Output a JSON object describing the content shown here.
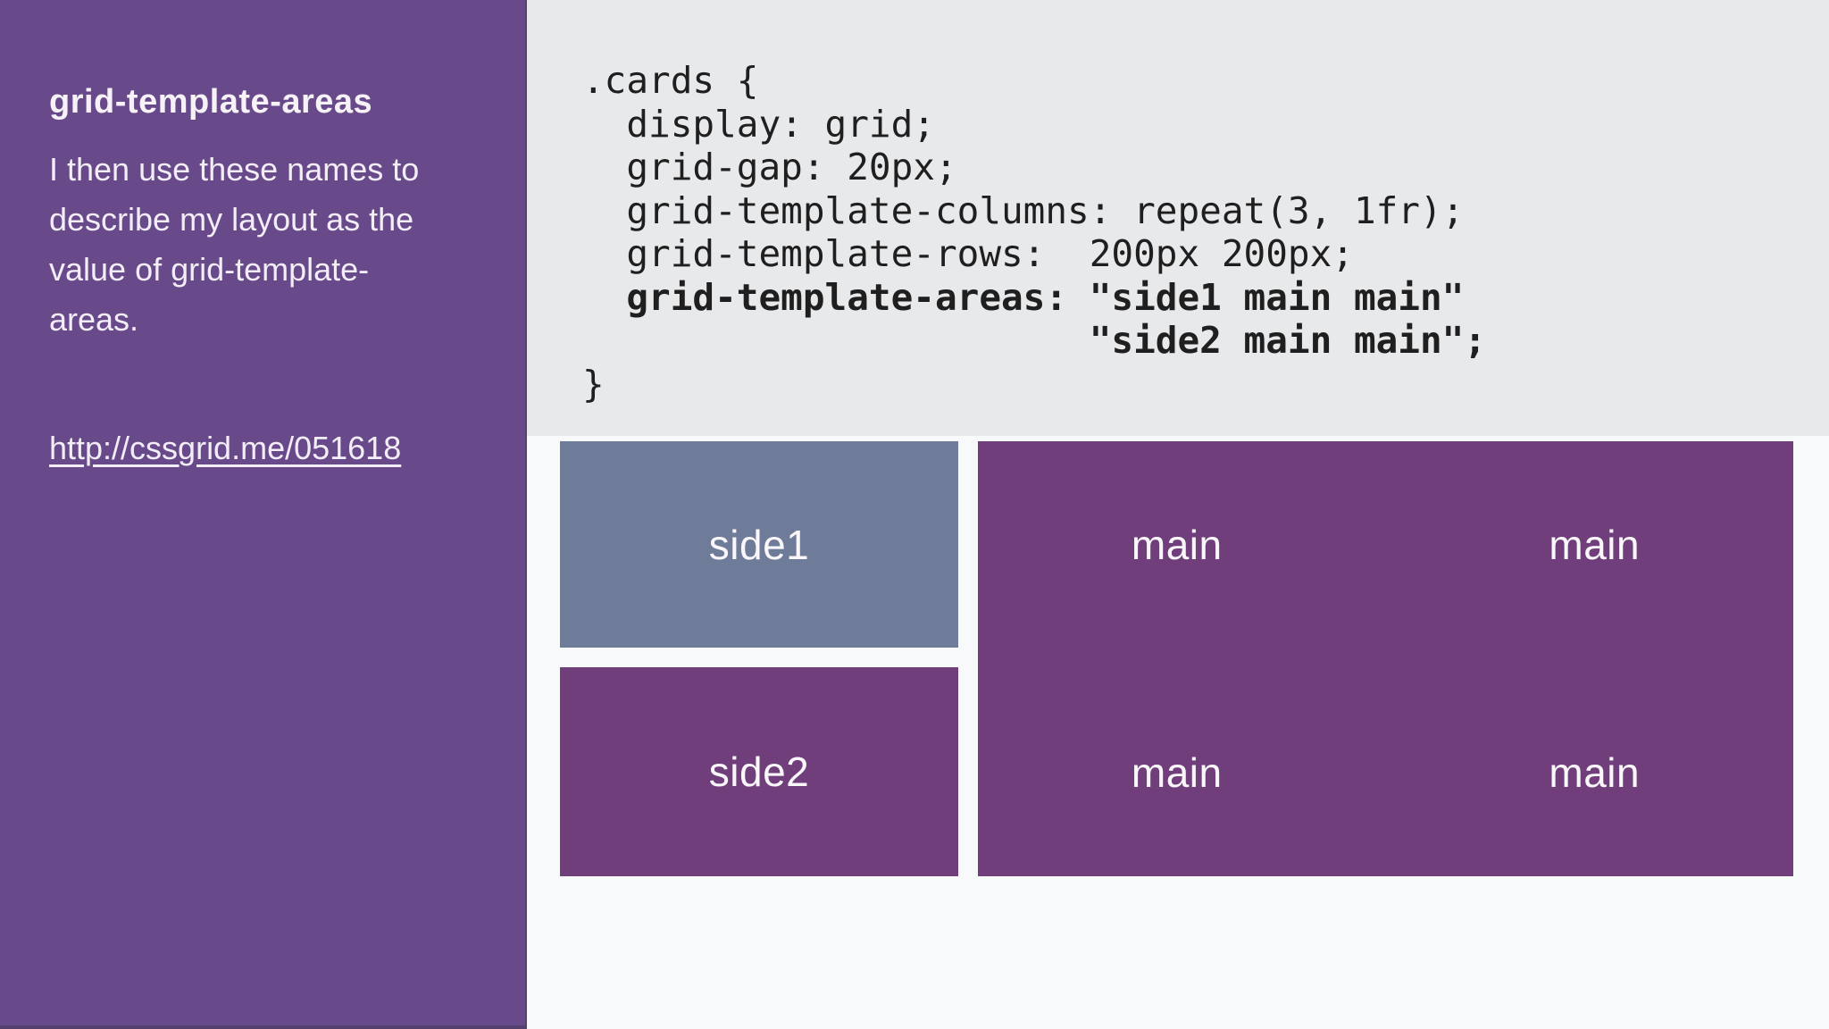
{
  "slide": {
    "title": "grid-template-areas",
    "body_text": "I then use these names to\ndescribe my layout as the\nvalue of grid-template-\nareas.",
    "link": "http://cssgrid.me/051618"
  },
  "code": {
    "regular": ".cards {\n  display: grid;\n  grid-gap: 20px;\n  grid-template-columns: repeat(3, 1fr);\n  grid-template-rows:  200px 200px;",
    "bold": "  grid-template-areas: \"side1 main main\"\n                       \"side2 main main\";",
    "close": "}"
  },
  "demo": {
    "side1_label": "side1",
    "side2_label": "side2",
    "main_label": "main"
  },
  "colors": {
    "sidebar_purple": "#684a8b",
    "sidebar_edge": "#564171",
    "panel_gray": "#e8e9eb",
    "code_text": "#1f1f1f",
    "demo_background": "#f8f9fb",
    "side1_slate": "#6e7b99",
    "main_purple": "#713e7c",
    "text_white": "#f6f2f8"
  }
}
